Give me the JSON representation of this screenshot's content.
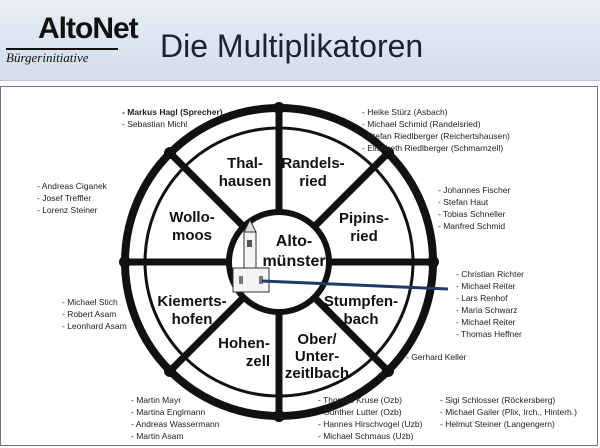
{
  "header": {
    "logo_text": "AltoNet",
    "logo_sub": "Bürgerinitiative",
    "title": "Die Multiplikatoren"
  },
  "hub": {
    "line1": "Alto-",
    "line2": "münster"
  },
  "segments": {
    "thalhausen": [
      "Thal-",
      "hausen"
    ],
    "randelsried": [
      "Randels-",
      "ried"
    ],
    "pipinsried": [
      "Pipins-",
      "ried"
    ],
    "stumpfenbach": [
      "Stumpfen-",
      "bach"
    ],
    "oberzeitlbach": [
      "Ober/",
      "Unter-",
      "zeitlbach"
    ],
    "hohenzell": [
      "Hohen-",
      "zell"
    ],
    "kiemertshofen": [
      "Kiemerts-",
      "hofen"
    ],
    "wollomoos": [
      "Wollo-",
      "moos"
    ]
  },
  "lists": {
    "thalhausen": [
      "- Markus Hagl (Sprecher)",
      "- Sebastian Michl"
    ],
    "randelsried": [
      "- Heike Stürz (Asbach)",
      "- Michael Schmid (Randelsried)",
      "- Stefan Riedlberger (Reichertshausen)",
      "- Elisabeth Riedlberger (Schmarnzell)"
    ],
    "wollomoos": [
      "- Andreas Ciganek",
      "- Josef Treffler",
      "- Lorenz Steiner"
    ],
    "pipinsried": [
      "- Johannes Fischer",
      "- Stefan Haut",
      "- Tobias Schneller",
      "- Manfred Schmid"
    ],
    "altomuenster": [
      "- Christian Richter",
      "- Michael Reiter",
      "- Lars Renhof",
      "- Maria Schwarz",
      "- Michael Reiter",
      "- Thomas Heffner"
    ],
    "kiemertshofen": [
      "- Michael Stich",
      "- Robert Asam",
      "- Leonhard Asam"
    ],
    "stumpfenbach": [
      "- Gerhard Keller"
    ],
    "hohenzell": [
      "- Martin Mayr",
      "- Martina Englmann",
      "- Andreas Wassermann",
      "- Martin Asam"
    ],
    "oberzeitlbach": [
      "- Thomas Kruse (Ozb)",
      "- Günther Lutter (Ozb)",
      "- Hannes Hirschvogel (Uzb)",
      "- Michael Schmaus (Uzb)"
    ],
    "extra": [
      "- Sigi Schlosser (Röckersberg)",
      "- Michael Gailer (Plix, Irch., Hinterh.)",
      "- Helmut Steiner (Langengern)"
    ]
  }
}
